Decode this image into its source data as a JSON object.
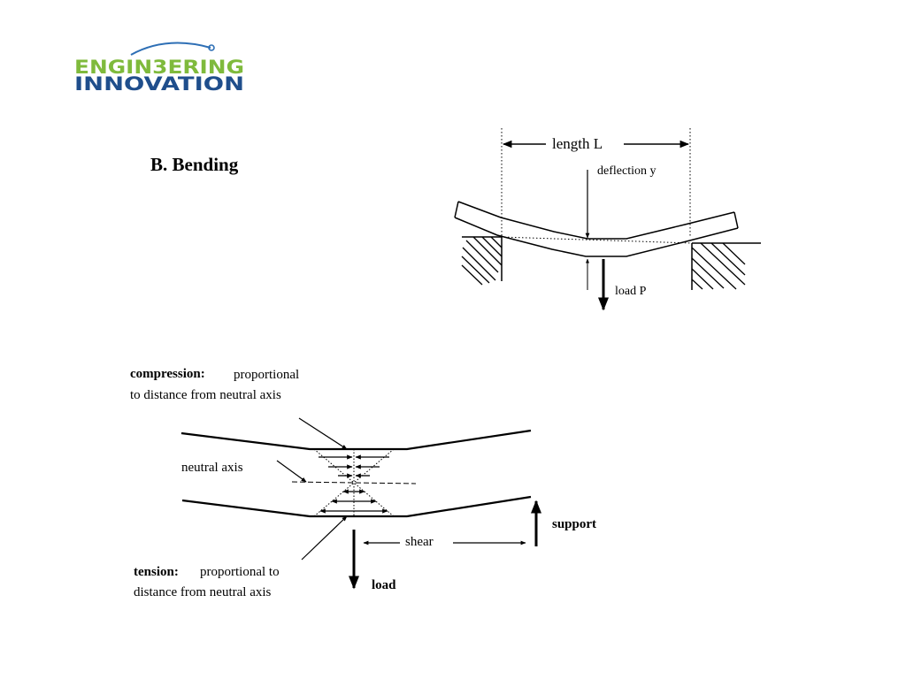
{
  "logo": {
    "line1": "ENGIN3ERING",
    "line2": "INNOVATION",
    "colors": {
      "line1": "#7fba3c",
      "line2": "#1f4e8c",
      "arc": "#2e6fb5"
    }
  },
  "title": "B.  Bending",
  "beam_diagram": {
    "length_label": "length L",
    "deflection_label": "deflection y",
    "load_label": "load P"
  },
  "section_diagram": {
    "compression_label": "compression:",
    "compression_text_1": "proportional",
    "compression_text_2": "to  distance from neutral axis",
    "neutral_axis_label": "neutral axis",
    "tension_label": "tension:",
    "tension_text_1": "proportional to",
    "tension_text_2": "distance from neutral axis",
    "shear_label": "shear",
    "support_label": "support",
    "load_label": "load"
  }
}
